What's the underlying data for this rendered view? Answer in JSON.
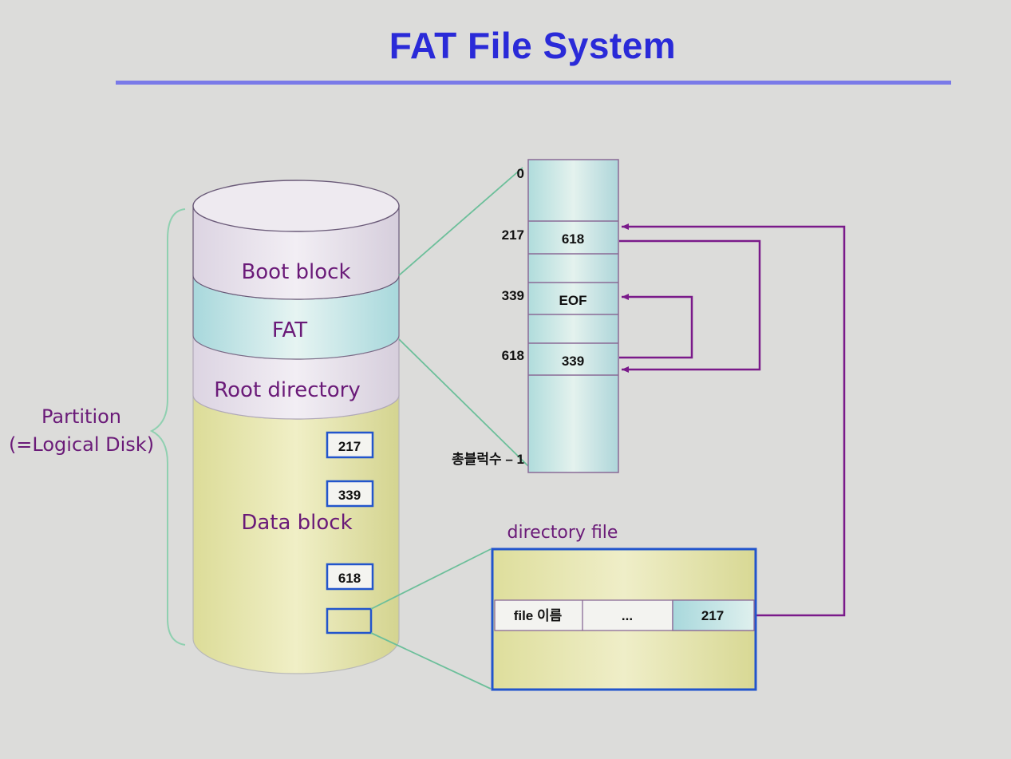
{
  "title": "FAT File System",
  "colors": {
    "title": "#2a2ad8",
    "label_purple": "#6a1a78",
    "arrow_purple": "#7a1a8a",
    "box_blue": "#2255cc",
    "connector_green": "#6cbf9a"
  },
  "disk": {
    "partition_label_line1": "Partition",
    "partition_label_line2": "(=Logical Disk)",
    "regions": {
      "boot": "Boot block",
      "fat": "FAT",
      "root": "Root directory",
      "data": "Data block"
    },
    "blocks": [
      "217",
      "339",
      "618",
      ""
    ]
  },
  "fat_table": {
    "index_labels": {
      "first": "0",
      "a": "217",
      "b": "339",
      "c": "618",
      "last": "총블럭수 – 1"
    },
    "entries": {
      "e217": "618",
      "e339": "EOF",
      "e618": "339"
    }
  },
  "directory_file": {
    "label": "directory file",
    "row": {
      "name": "file 이름",
      "ellipsis": "...",
      "start_block": "217"
    }
  }
}
